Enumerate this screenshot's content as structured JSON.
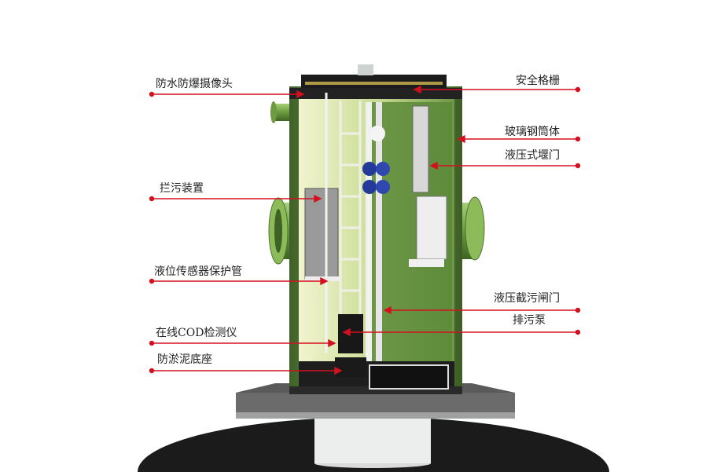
{
  "title": "一体化预制泵站结构示意",
  "left_labels": [
    {
      "text": "防水防爆摄像头"
    },
    {
      "text": "拦污装置"
    },
    {
      "text": "液位传感器保护管"
    },
    {
      "text": "在线COD检测仪"
    },
    {
      "text": "防淤泥底座"
    }
  ],
  "right_labels": [
    {
      "text": "安全格栅"
    },
    {
      "text": "玻璃钢筒体"
    },
    {
      "text": "液压式堰门"
    },
    {
      "text": "液压截污闸门"
    },
    {
      "text": "排污泵"
    }
  ],
  "colors": {
    "leader": "#d4101e",
    "tank_green": "#5f8a3c",
    "inner_light": "#eef2c8",
    "pump_blue": "#233a9a"
  }
}
